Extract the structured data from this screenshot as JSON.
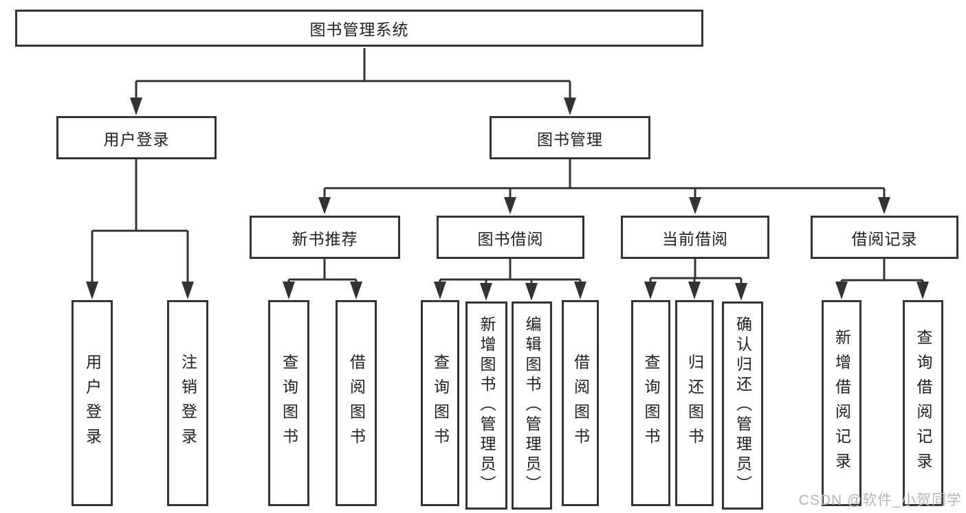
{
  "tree": {
    "label": "图书管理系统",
    "children": [
      {
        "label": "用户登录",
        "children": [
          {
            "label": "用户登录"
          },
          {
            "label": "注销登录"
          }
        ]
      },
      {
        "label": "图书管理",
        "children": [
          {
            "label": "新书推荐",
            "children": [
              {
                "label": "查询图书"
              },
              {
                "label": "借阅图书"
              }
            ]
          },
          {
            "label": "图书借阅",
            "children": [
              {
                "label": "查询图书"
              },
              {
                "label": "新增图书（管理员）"
              },
              {
                "label": "编辑图书（管理员）"
              },
              {
                "label": "借阅图书"
              }
            ]
          },
          {
            "label": "当前借阅",
            "children": [
              {
                "label": "查询图书"
              },
              {
                "label": "归还图书"
              },
              {
                "label": "确认归还（管理员）"
              }
            ]
          },
          {
            "label": "借阅记录",
            "children": [
              {
                "label": "新增借阅记录"
              },
              {
                "label": "查询借阅记录"
              }
            ]
          }
        ]
      }
    ]
  },
  "watermark": "CSDN @软件_小贺同学",
  "colors": {
    "line": "#333333",
    "box_background": "#ffffff",
    "text": "#1f1f1f",
    "watermark": "#b5b5b5"
  }
}
